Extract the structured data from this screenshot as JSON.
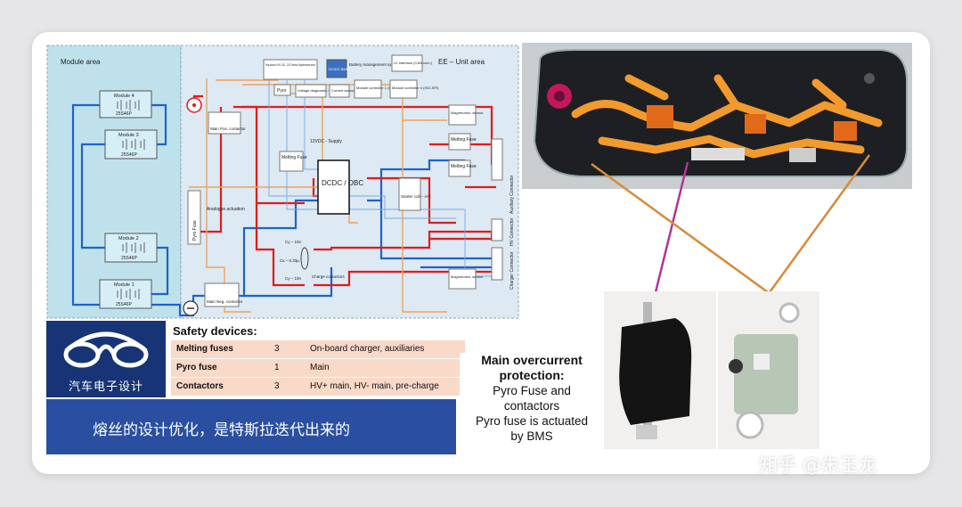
{
  "diagram": {
    "module_area_label": "Module area",
    "ee_unit_label": "EE – Unit area",
    "modules": [
      {
        "label": "Module 4",
        "cells": "25S46P"
      },
      {
        "label": "Module 3",
        "cells": "25S46P"
      },
      {
        "label": "Module 2",
        "cells": "25S46P"
      },
      {
        "label": "Module 1",
        "cells": "25S46P"
      }
    ],
    "top_box_1": "Relay actuation / HVIL / OBC – DCDC interface / Magnetoresistive sensor",
    "top_box_2": "Battery management system",
    "top_box_dcdc_bms": "DC/DC BMS",
    "top_box_lv": "LV interface (CAN com.)",
    "pyro_label": "Pyro",
    "voltage_diag": "Voltage diagnostic / sense",
    "current_sensor": "Current sensor",
    "module_ctrl_1": "Module controller 1 (ISO-SPI)",
    "module_ctrl_4": "Module controller 4 (ISO-SPI)",
    "main_pos": "Main Pos. contactor",
    "main_neg": "Main Neg. contactor",
    "pyro_fuse": "Pyro Fuse",
    "analog_actuation": "Analogue actuation",
    "melting_fuse": "Melting Fuse",
    "supply": "12VDC - Supply",
    "dcdc_obc": "DCDC / OBC",
    "starter_coil": "Starter coil – A/C",
    "cy1": "Cy – 10n",
    "cx": "Cx – 0.33µ",
    "cy2": "Cy – 10n",
    "charge_contactors": "Charge contactors",
    "magneto_sensor": "Magnetoresi. sensor",
    "aux_connector": "Auxiliary Connector",
    "hv_connector": "HV Connector",
    "charger_connector": "Charger Connector"
  },
  "logo": {
    "text": "汽车电子设计"
  },
  "safety": {
    "title": "Safety devices:",
    "rows": [
      {
        "device": "Melting fuses",
        "count": "3",
        "use": "On-board charger, auxiliaries"
      },
      {
        "device": "Pyro fuse",
        "count": "1",
        "use": "Main"
      },
      {
        "device": "Contactors",
        "count": "3",
        "use": "HV+ main, HV- main, pre-charge"
      }
    ]
  },
  "banner": {
    "text": "熔丝的设计优化，是特斯拉迭代出来的"
  },
  "main_overcurrent": {
    "title_line1": "Main overcurrent",
    "title_line2": "protection:",
    "line1": "Pyro Fuse and",
    "line2": "contactors",
    "line3": "Pyro fuse is actuated",
    "line4": "by BMS"
  },
  "watermark": {
    "text": "知乎 @朱玉龙"
  },
  "colors": {
    "module_area_bg": "#bfe1ec",
    "ee_area_bg": "#dde9f3",
    "hv_positive": "#e01b1b",
    "hv_negative": "#1f63c6",
    "signal": "#f0a35a",
    "brand_blue": "#173476",
    "banner_blue": "#2a4fa0",
    "table_row": "#f9d9c8"
  }
}
